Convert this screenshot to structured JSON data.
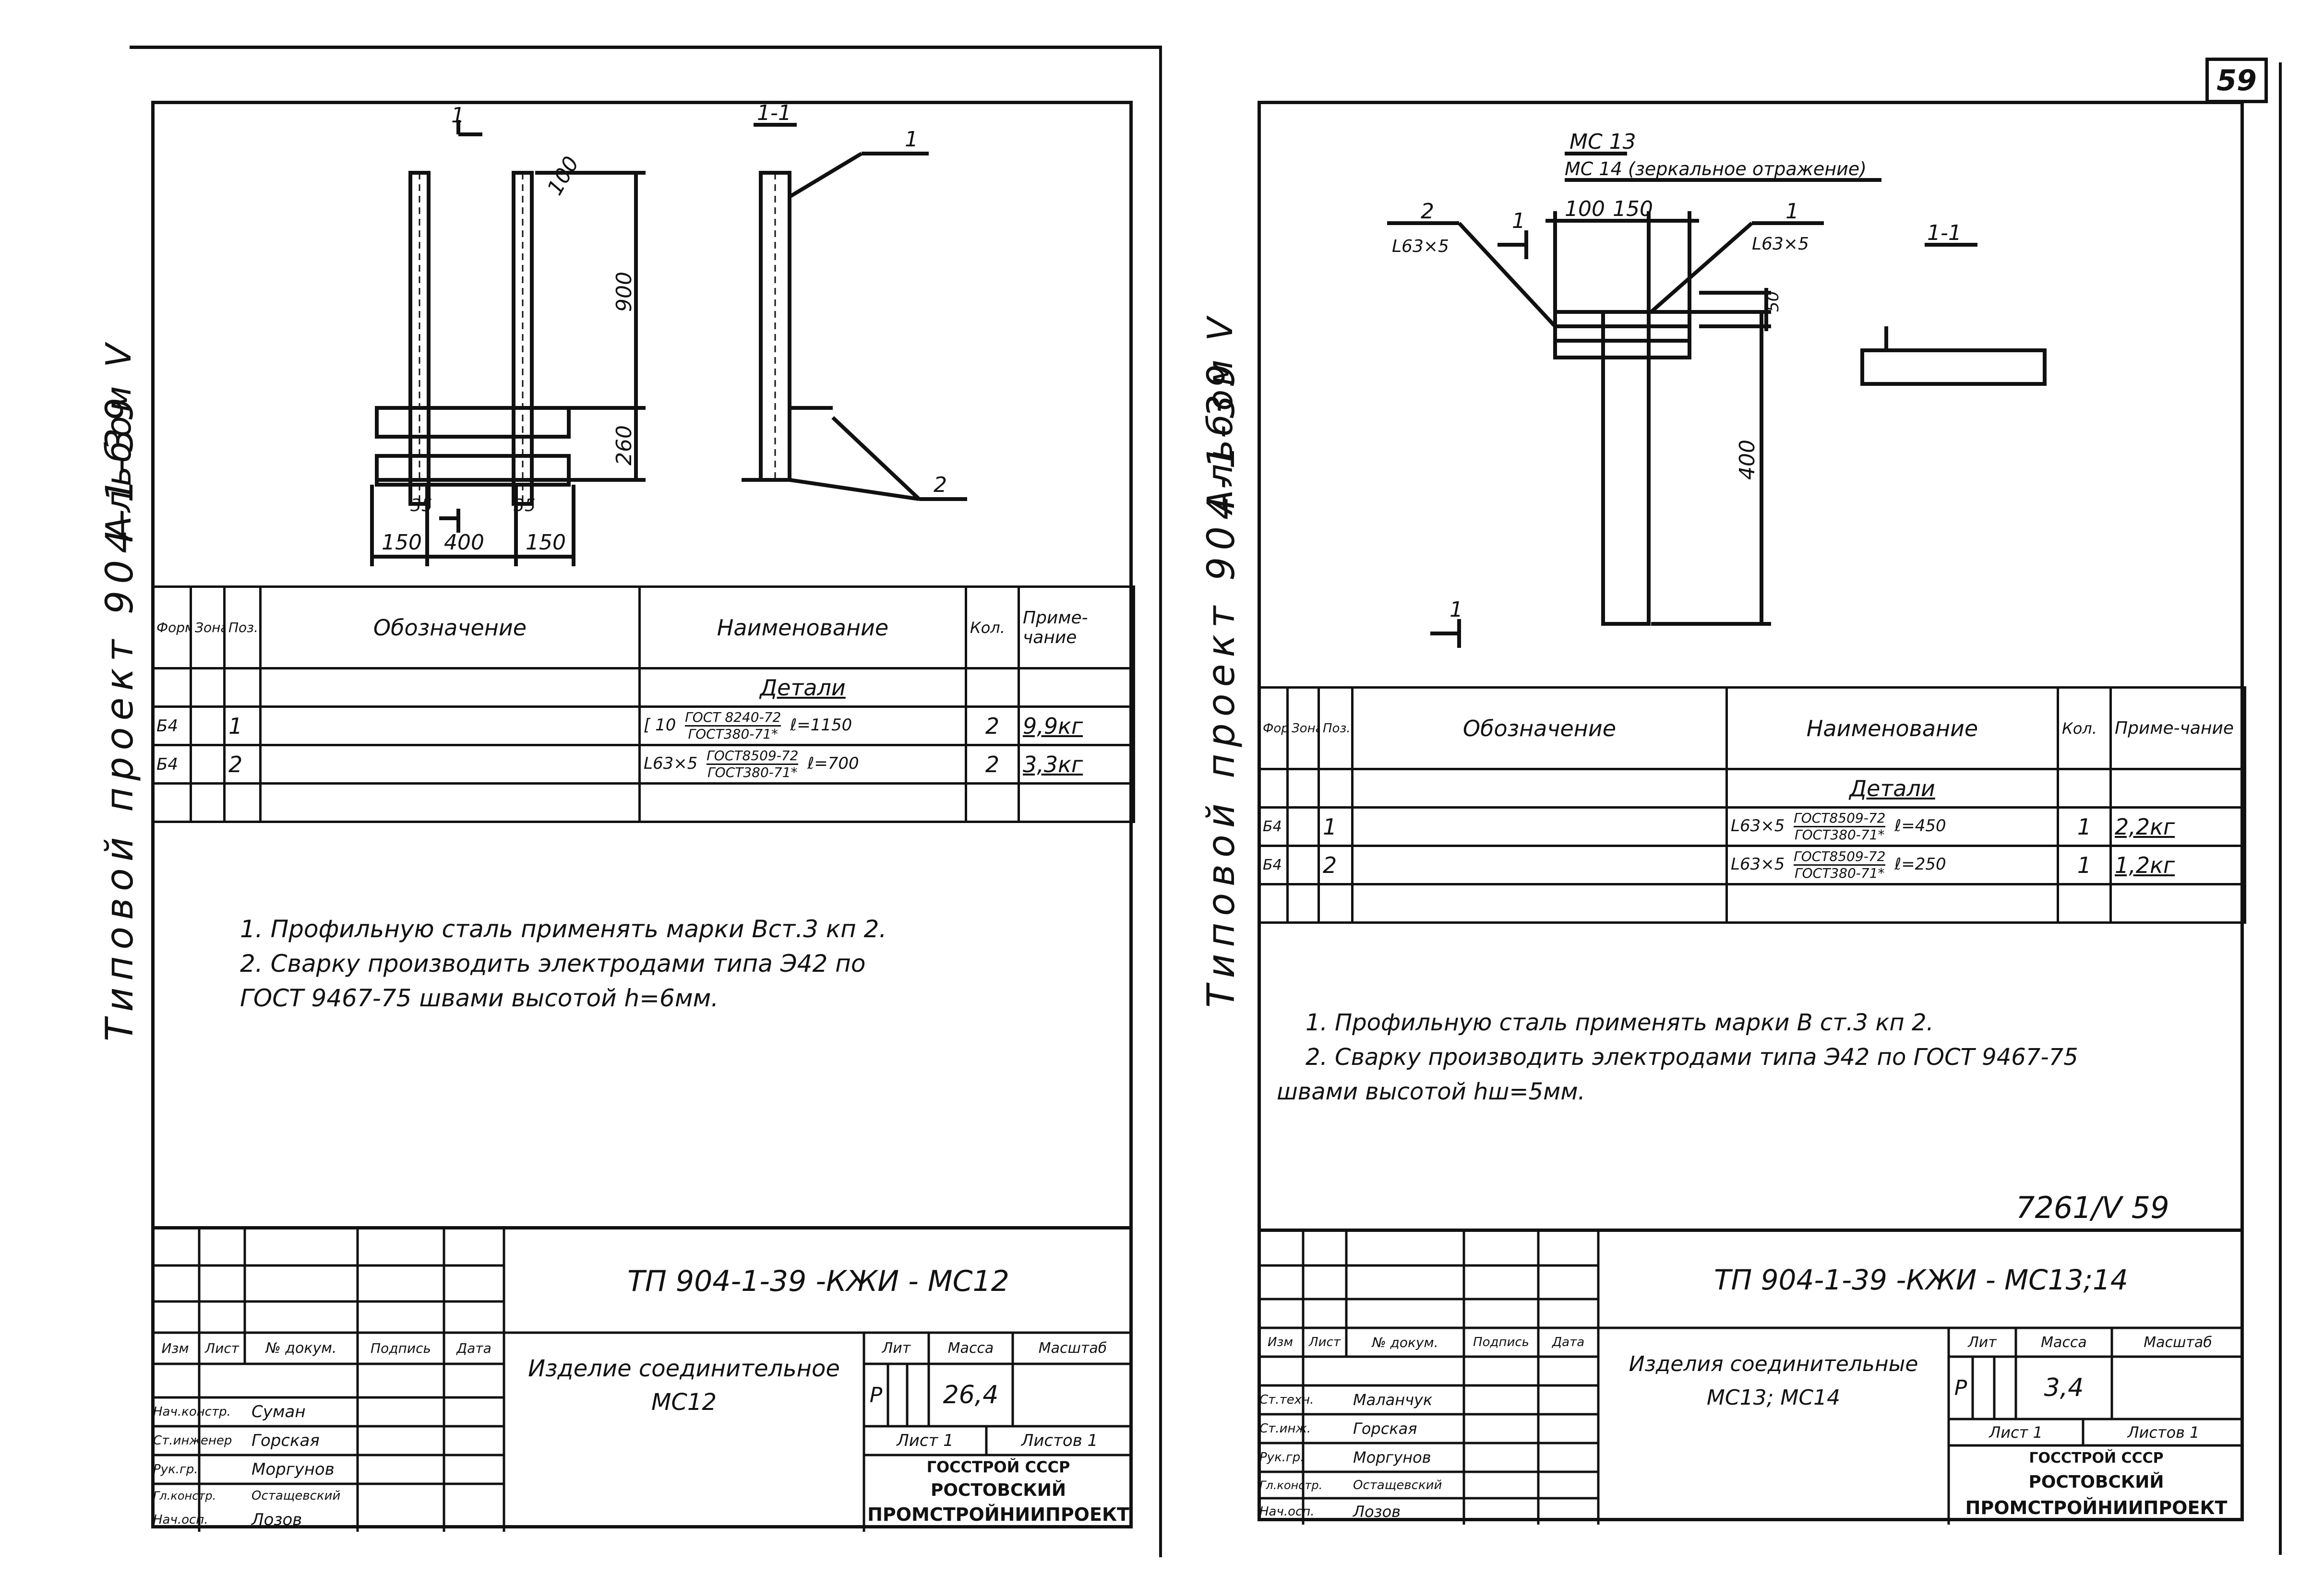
{
  "page_number": "59",
  "left": {
    "side_caption": "Типовой проект 904-1-39",
    "side_album": "Альбом V",
    "drawing": {
      "section_marks": [
        "1",
        "1-1"
      ],
      "dims": [
        "100",
        "900",
        "260",
        "35",
        "35",
        "150",
        "400",
        "150"
      ],
      "callouts": [
        "1",
        "2"
      ]
    },
    "spec": {
      "headers": {
        "format": "Формат",
        "zone": "Зона",
        "pos": "Поз.",
        "designation": "Обозначение",
        "name": "Наименование",
        "qty": "Кол.",
        "note": "Приме-чание"
      },
      "section_title": "Детали",
      "rows": [
        {
          "format": "Б4",
          "pos": "1",
          "profile": "[ 10",
          "gost_top": "ГОСТ 8240-72",
          "gost_bottom": "ГОСТ380-71*",
          "length": "ℓ=1150",
          "qty": "2",
          "note": "9,9кг"
        },
        {
          "format": "Б4",
          "pos": "2",
          "profile": "L63×5",
          "gost_top": "ГОСТ8509-72",
          "gost_bottom": "ГОСТ380-71*",
          "length": "ℓ=700",
          "qty": "2",
          "note": "3,3кг"
        }
      ]
    },
    "notes": [
      "1. Профильную сталь применять марки Вст.3 кп 2.",
      "2. Сварку производить электродами типа Э42 по",
      "ГОСТ 9467-75 швами высотой h=6мм."
    ],
    "title_block": {
      "code": "ТП 904-1-39 -КЖИ - МС12",
      "item_title": "Изделие соединительное",
      "item_mark": "МС12",
      "lit": "Р",
      "mass": "26,4",
      "scale": "",
      "hdr": {
        "izm": "Изм",
        "list": "Лист",
        "doc": "№ докум.",
        "sign": "Подпись",
        "date": "Дата",
        "lit": "Лит",
        "mass": "Масса",
        "scale": "Масштаб"
      },
      "sheet": "Лист 1",
      "sheets": "Листов 1",
      "org1": "Госстрой СССР",
      "org2": "Ростовский",
      "org3": "Промстройниипроект",
      "staff": [
        {
          "role": "Нач.констр.",
          "name": "Суман"
        },
        {
          "role": "Ст.инженер",
          "name": "Горская"
        },
        {
          "role": "Рук.гр.",
          "name": "Моргунов"
        },
        {
          "role": "Гл.констр.",
          "name": "Остащевский"
        },
        {
          "role": "Нач.осп.",
          "name": "Лозов"
        }
      ]
    }
  },
  "right": {
    "side_caption": "Типовой проект 904-1-39",
    "side_album": "Альбом V",
    "drawing": {
      "title_mc13": "МС 13",
      "title_mc14": "МС 14 (зеркальное отражение)",
      "dims": [
        "100",
        "150",
        "50",
        "400"
      ],
      "pos2": "2",
      "pos2_profile": "L63×5",
      "pos1": "1",
      "pos1_profile": "L63×5",
      "section_marks": [
        "1",
        "1",
        "1-1"
      ]
    },
    "spec": {
      "headers": {
        "format": "Формат",
        "zone": "Зона",
        "pos": "Поз.",
        "designation": "Обозначение",
        "name": "Наименование",
        "qty": "Кол.",
        "note": "Приме-чание"
      },
      "section_title": "Детали",
      "rows": [
        {
          "format": "Б4",
          "pos": "1",
          "profile": "L63×5",
          "gost_top": "ГОСТ8509-72",
          "gost_bottom": "ГОСТ380-71*",
          "length": "ℓ=450",
          "qty": "1",
          "note": "2,2кг"
        },
        {
          "format": "Б4",
          "pos": "2",
          "profile": "L63×5",
          "gost_top": "ГОСТ8509-72",
          "gost_bottom": "ГОСТ380-71*",
          "length": "ℓ=250",
          "qty": "1",
          "note": "1,2кг"
        }
      ]
    },
    "notes": [
      "1. Профильную сталь применять марки В ст.3 кп 2.",
      "2. Сварку производить электродами типа Э42 по ГОСТ 9467-75",
      "швами высотой hш=5мм."
    ],
    "archive_no": "7261/V 59",
    "title_block": {
      "code": "ТП 904-1-39 -КЖИ - МС13;14",
      "item_title": "Изделия соединительные",
      "item_mark": "МС13; МС14",
      "lit": "Р",
      "mass": "3,4",
      "scale": "",
      "hdr": {
        "izm": "Изм",
        "list": "Лист",
        "doc": "№ докум.",
        "sign": "Подпись",
        "date": "Дата",
        "lit": "Лит",
        "mass": "Масса",
        "scale": "Масштаб"
      },
      "sheet": "Лист 1",
      "sheets": "Листов 1",
      "org1": "Госстрой СССР",
      "org2": "Ростовский",
      "org3": "Промстройниипроект",
      "staff": [
        {
          "role": "Ст.техн.",
          "name": "Маланчук"
        },
        {
          "role": "Ст.инж.",
          "name": "Горская"
        },
        {
          "role": "Рук.гр.",
          "name": "Моргунов"
        },
        {
          "role": "Гл.констр.",
          "name": "Остащевский"
        },
        {
          "role": "Нач.осп.",
          "name": "Лозов"
        }
      ]
    }
  }
}
